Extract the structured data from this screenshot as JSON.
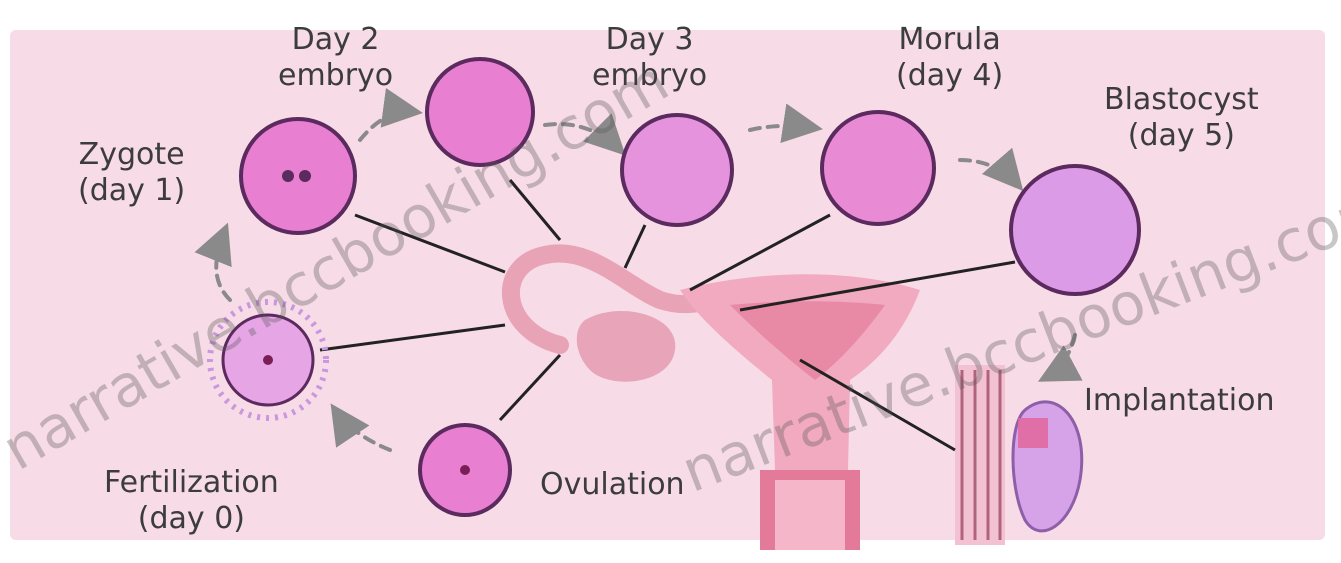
{
  "labels": {
    "zygote": [
      "Zygote",
      "(day 1)"
    ],
    "day2": [
      "Day 2",
      "embryo"
    ],
    "day3": [
      "Day 3",
      "embryo"
    ],
    "morula": [
      "Morula",
      "(day 4)"
    ],
    "blastocyst": [
      "Blastocyst",
      "(day 5)"
    ],
    "implantation": "Implantation",
    "ovulation": "Ovulation",
    "fertilization": [
      "Fertilization",
      "(day 0)"
    ]
  },
  "watermarks": [
    "narrative.bccbooking.com",
    "narrative.bccbooking.com"
  ],
  "colors": {
    "background": "#f7dbe6",
    "cell_fill": "#e87fd0",
    "cell_stroke": "#5b2a5e",
    "uterus": "#f0a8bd",
    "arrow": "#8a8a8a",
    "pointer": "#222222"
  }
}
